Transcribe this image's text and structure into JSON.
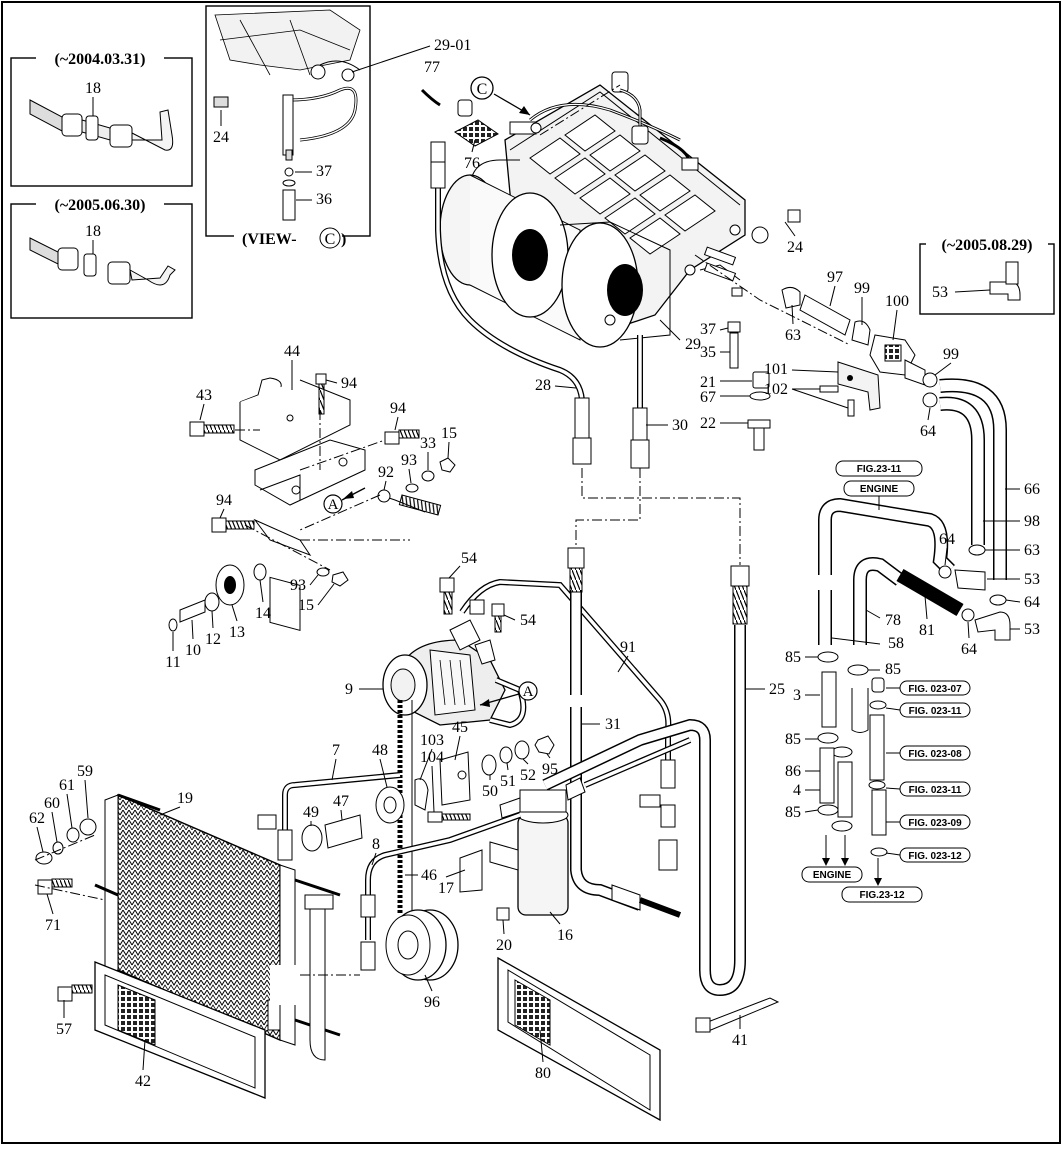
{
  "diagram": {
    "type": "exploded-parts-diagram",
    "insets": [
      {
        "id": "inset-2004",
        "label": "(~2004.03.31)",
        "part": "18"
      },
      {
        "id": "inset-2005-06",
        "label": "(~2005.06.30)",
        "part": "18"
      },
      {
        "id": "inset-view-c",
        "label": "(VIEW-",
        "view_letter": "C",
        "label_end": ")",
        "parts": [
          "29-01",
          "24",
          "37",
          "36"
        ]
      },
      {
        "id": "inset-2005-08",
        "label": "(~2005.08.29)",
        "part": "53"
      }
    ],
    "view_marker": "C",
    "mount_marker": "A",
    "parts": [
      "3",
      "4",
      "7",
      "8",
      "9",
      "10",
      "11",
      "12",
      "13",
      "14",
      "15",
      "16",
      "17",
      "18",
      "19",
      "20",
      "21",
      "22",
      "24",
      "25",
      "28",
      "29",
      "30",
      "31",
      "33",
      "35",
      "36",
      "37",
      "41",
      "42",
      "43",
      "44",
      "45",
      "46",
      "47",
      "48",
      "49",
      "50",
      "51",
      "52",
      "53",
      "54",
      "57",
      "58",
      "59",
      "60",
      "61",
      "62",
      "63",
      "64",
      "66",
      "67",
      "71",
      "76",
      "77",
      "78",
      "80",
      "81",
      "85",
      "86",
      "91",
      "92",
      "93",
      "94",
      "95",
      "96",
      "97",
      "98",
      "99",
      "100",
      "101",
      "102",
      "103",
      "104"
    ],
    "references": {
      "fig_23_11": "FIG.23-11",
      "fig_23_12": "FIG.23-12",
      "engine": "ENGINE",
      "fig_023_07": "FIG. 023-07",
      "fig_023_11": "FIG. 023-11",
      "fig_023_08": "FIG. 023-08",
      "fig_023_09": "FIG. 023-09",
      "fig_023_12": "FIG. 023-12"
    }
  }
}
